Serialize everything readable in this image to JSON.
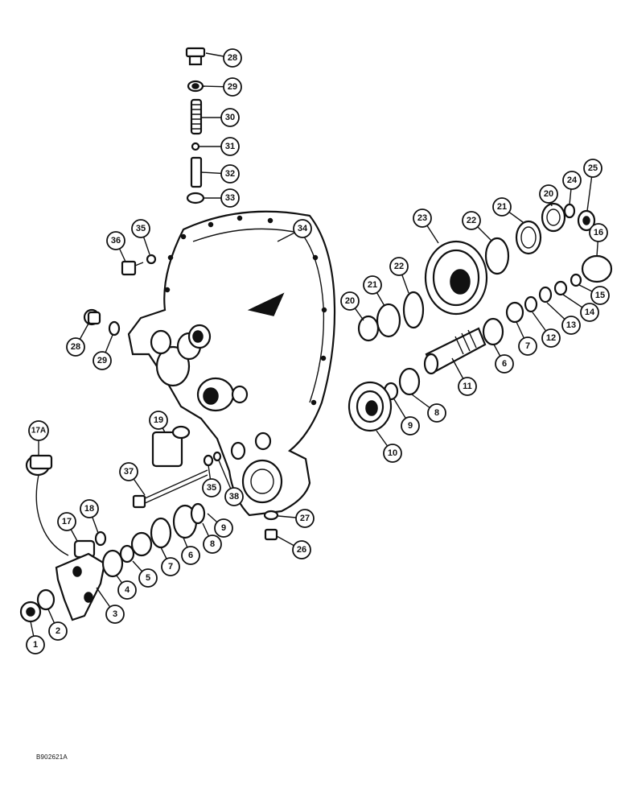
{
  "figure_code": "B902621A",
  "callouts": [
    "1",
    "2",
    "3",
    "4",
    "5",
    "6",
    "7",
    "8",
    "9",
    "10",
    "11",
    "12",
    "13",
    "14",
    "15",
    "16",
    "17",
    "17A",
    "18",
    "19",
    "20",
    "21",
    "22",
    "23",
    "24",
    "25",
    "26",
    "27",
    "28",
    "29",
    "30",
    "31",
    "32",
    "33",
    "34",
    "35",
    "36",
    "37",
    "38"
  ]
}
